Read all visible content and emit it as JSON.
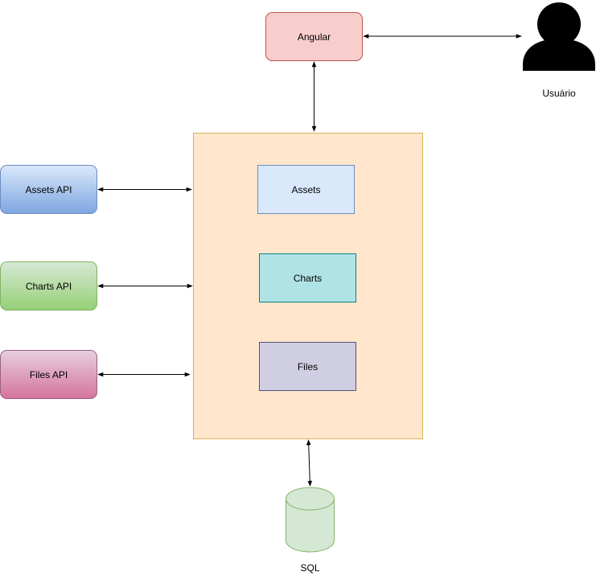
{
  "diagram": {
    "nodes": {
      "angular": {
        "label": "Angular",
        "fill": "#f8cecc",
        "stroke": "#b85450"
      },
      "user": {
        "label": "Usuário",
        "fill": "#000000"
      },
      "container": {
        "fill": "#ffe6cc",
        "stroke": "#d6b656"
      },
      "assets_inner": {
        "label": "Assets",
        "fill": "#dae8fc",
        "stroke": "#6c8ebf"
      },
      "charts_inner": {
        "label": "Charts",
        "fill": "#b0e3e6",
        "stroke": "#0e8088"
      },
      "files_inner": {
        "label": "Files",
        "fill": "#d0cee2",
        "stroke": "#56517e"
      },
      "assets_api": {
        "label": "Assets API",
        "gradient": [
          "#dae8fc",
          "#7ea6e0"
        ],
        "stroke": "#6c8ebf"
      },
      "charts_api": {
        "label": "Charts API",
        "gradient": [
          "#d5e8d4",
          "#97d077"
        ],
        "stroke": "#82b366"
      },
      "files_api": {
        "label": "Files API",
        "gradient": [
          "#e6d0de",
          "#d5739d"
        ],
        "stroke": "#996185"
      },
      "sql": {
        "label": "SQL",
        "fill": "#d5e8d4",
        "stroke": "#82b366"
      }
    },
    "edges": [
      {
        "from": "angular",
        "to": "user",
        "direction": "both"
      },
      {
        "from": "angular",
        "to": "container",
        "direction": "both"
      },
      {
        "from": "assets_api",
        "to": "container",
        "direction": "both"
      },
      {
        "from": "charts_api",
        "to": "container",
        "direction": "both"
      },
      {
        "from": "files_api",
        "to": "container",
        "direction": "both"
      },
      {
        "from": "container",
        "to": "sql",
        "direction": "both"
      }
    ]
  }
}
